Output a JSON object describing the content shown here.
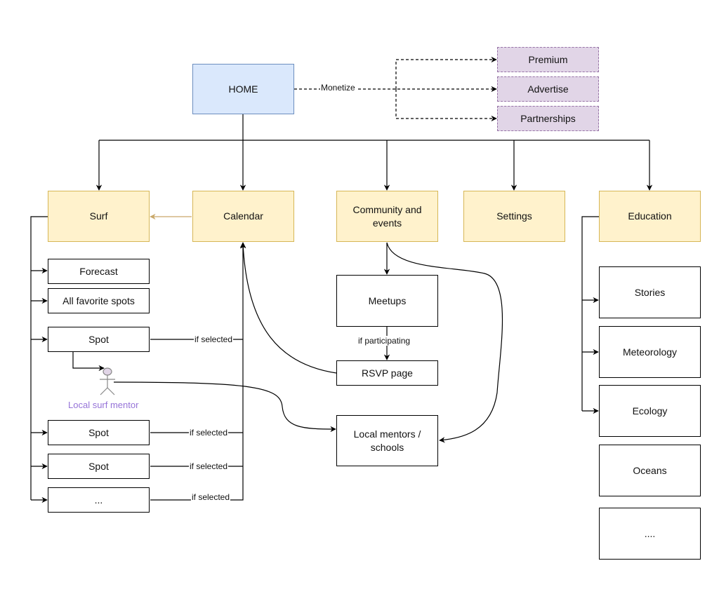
{
  "nodes": {
    "home": "HOME",
    "premium": "Premium",
    "advertise": "Advertise",
    "partnerships": "Partnerships",
    "surf": "Surf",
    "calendar": "Calendar",
    "community": "Community and events",
    "settings": "Settings",
    "education": "Education",
    "forecast": "Forecast",
    "favorites": "All favorite spots",
    "spot1": "Spot",
    "spot2": "Spot",
    "spot3": "Spot",
    "more_spots": "...",
    "meetups": "Meetups",
    "rsvp": "RSVP page",
    "mentors": "Local mentors / schools",
    "stories": "Stories",
    "meteorology": "Meteorology",
    "ecology": "Ecology",
    "oceans": "Oceans",
    "more_education": "...."
  },
  "edge_labels": {
    "monetize": "Monetize",
    "if_selected_1": "if selected",
    "if_selected_2": "if selected",
    "if_selected_3": "if selected",
    "if_selected_4": "if selected",
    "if_participating": "if participating"
  },
  "actor": {
    "label": "Local surf mentor",
    "color": "#9673d8"
  },
  "colors": {
    "home_fill": "#dae8fc",
    "home_stroke": "#6c8ebf",
    "section_fill": "#fff2cc",
    "section_stroke": "#d6b656",
    "monetize_fill": "#e1d5e7",
    "monetize_stroke": "#9673a6",
    "calendar_to_surf_arrow": "#c9a86a"
  }
}
